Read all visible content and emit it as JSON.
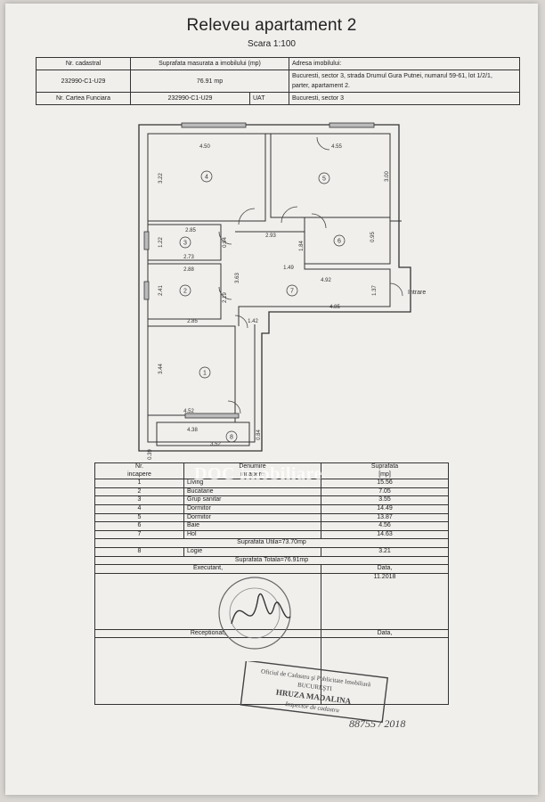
{
  "header": {
    "title": "Releveu apartament 2",
    "scale": "Scara 1:100"
  },
  "info": {
    "nr_cadastral_label": "Nr. cadastral",
    "suprafata_label": "Suprafata masurata a imobilului (mp)",
    "adresa_label": "Adresa imobilului:",
    "nr_cadastral": "232990-C1-U29",
    "suprafata": "76.91 mp",
    "adresa_line1": "Bucuresti, sector 3, strada Drumul Gura Putnei, numarul 59-61, lot 1/2/1,",
    "adresa_line2": "parter, apartament 2.",
    "carte_label": "Nr. Cartea Funciara",
    "carte_value": "232990-C1-U29",
    "uat_label": "UAT",
    "uat_value": "Bucuresti, sector 3"
  },
  "plan": {
    "dims": {
      "d450": "4.50",
      "d455": "4.55",
      "d322": "3.22",
      "d300": "3.00",
      "d285a": "2.85",
      "d094": "0.94",
      "d293": "2.93",
      "d184": "1.84",
      "d095": "0.95",
      "d122": "1.22",
      "d273": "2.73",
      "d149": "1.49",
      "d288": "2.88",
      "d492": "4.92",
      "d363": "3.63",
      "d241": "2.41",
      "d219": "2.19",
      "d137": "1.37",
      "d285b": "2.85",
      "d142": "1.42",
      "d485": "4.85",
      "d344": "3.44",
      "d452": "4.52",
      "d438": "4.38",
      "d352": "3.52",
      "d039": "0.39",
      "d084": "0.84"
    },
    "room_numbers": [
      "1",
      "2",
      "3",
      "4",
      "5",
      "6",
      "7",
      "8"
    ],
    "entrance": "Intrare"
  },
  "rooms_table": {
    "head_nr": "Nr.",
    "head_incapere": "incapere",
    "head_denumire": "Denumire",
    "head_denumire2": "incapere",
    "head_suprafata": "Suprafata",
    "head_mp": "[mp]",
    "rows": [
      {
        "nr": "1",
        "name": "Living",
        "area": "15.56"
      },
      {
        "nr": "2",
        "name": "Bucatarie",
        "area": "7.05"
      },
      {
        "nr": "3",
        "name": "Grup sanitar",
        "area": "3.55"
      },
      {
        "nr": "4",
        "name": "Dormitor",
        "area": "14.49"
      },
      {
        "nr": "5",
        "name": "Dormitor",
        "area": "13.87"
      },
      {
        "nr": "6",
        "name": "Baie",
        "area": "4.56"
      },
      {
        "nr": "7",
        "name": "Hol",
        "area": "14.63"
      }
    ],
    "suprafata_utila": "Suprafata Utila=73.70mp",
    "logie": {
      "nr": "8",
      "name": "Logie",
      "area": "3.21"
    },
    "suprafata_totala": "Suprafata Totala=76.91mp",
    "executant": "Executant,",
    "data_label": "Data,",
    "data_value": "11.2018",
    "receptionat": "Receptionat,",
    "data_label2": "Data,"
  },
  "watermark": "DOC imobiliare",
  "stamp": {
    "line1": "Oficiul de Cadastru şi Publicitate Imobiliară",
    "line2": "BUCUREŞTI",
    "name": "HRUZA MADALINA",
    "role": "Inspector de cadastru",
    "handwritten": "88755 / 2018"
  }
}
